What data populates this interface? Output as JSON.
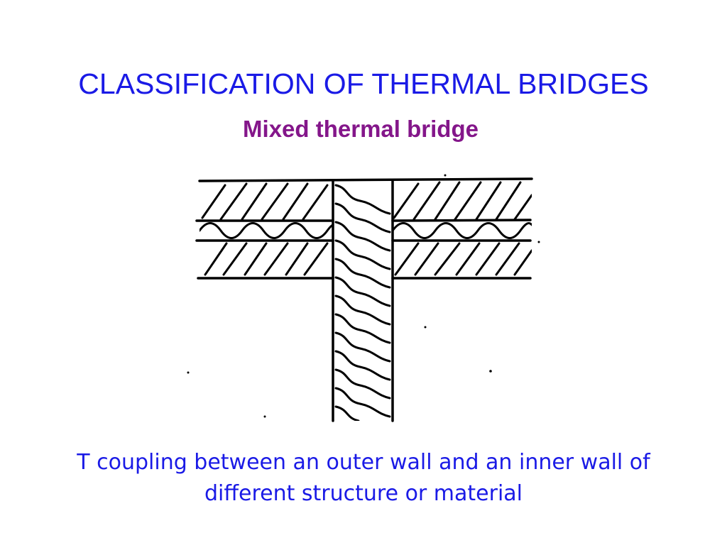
{
  "slide": {
    "title": "CLASSIFICATION OF THERMAL BRIDGES",
    "subtitle": "Mixed thermal bridge",
    "caption": "T coupling between an outer wall and an inner wall of different structure or material"
  },
  "diagram": {
    "description_visible_text": "",
    "colors": {
      "title": "#1a1ae6",
      "subtitle": "#84168a",
      "caption": "#1a1ae6",
      "line": "#000000"
    }
  }
}
